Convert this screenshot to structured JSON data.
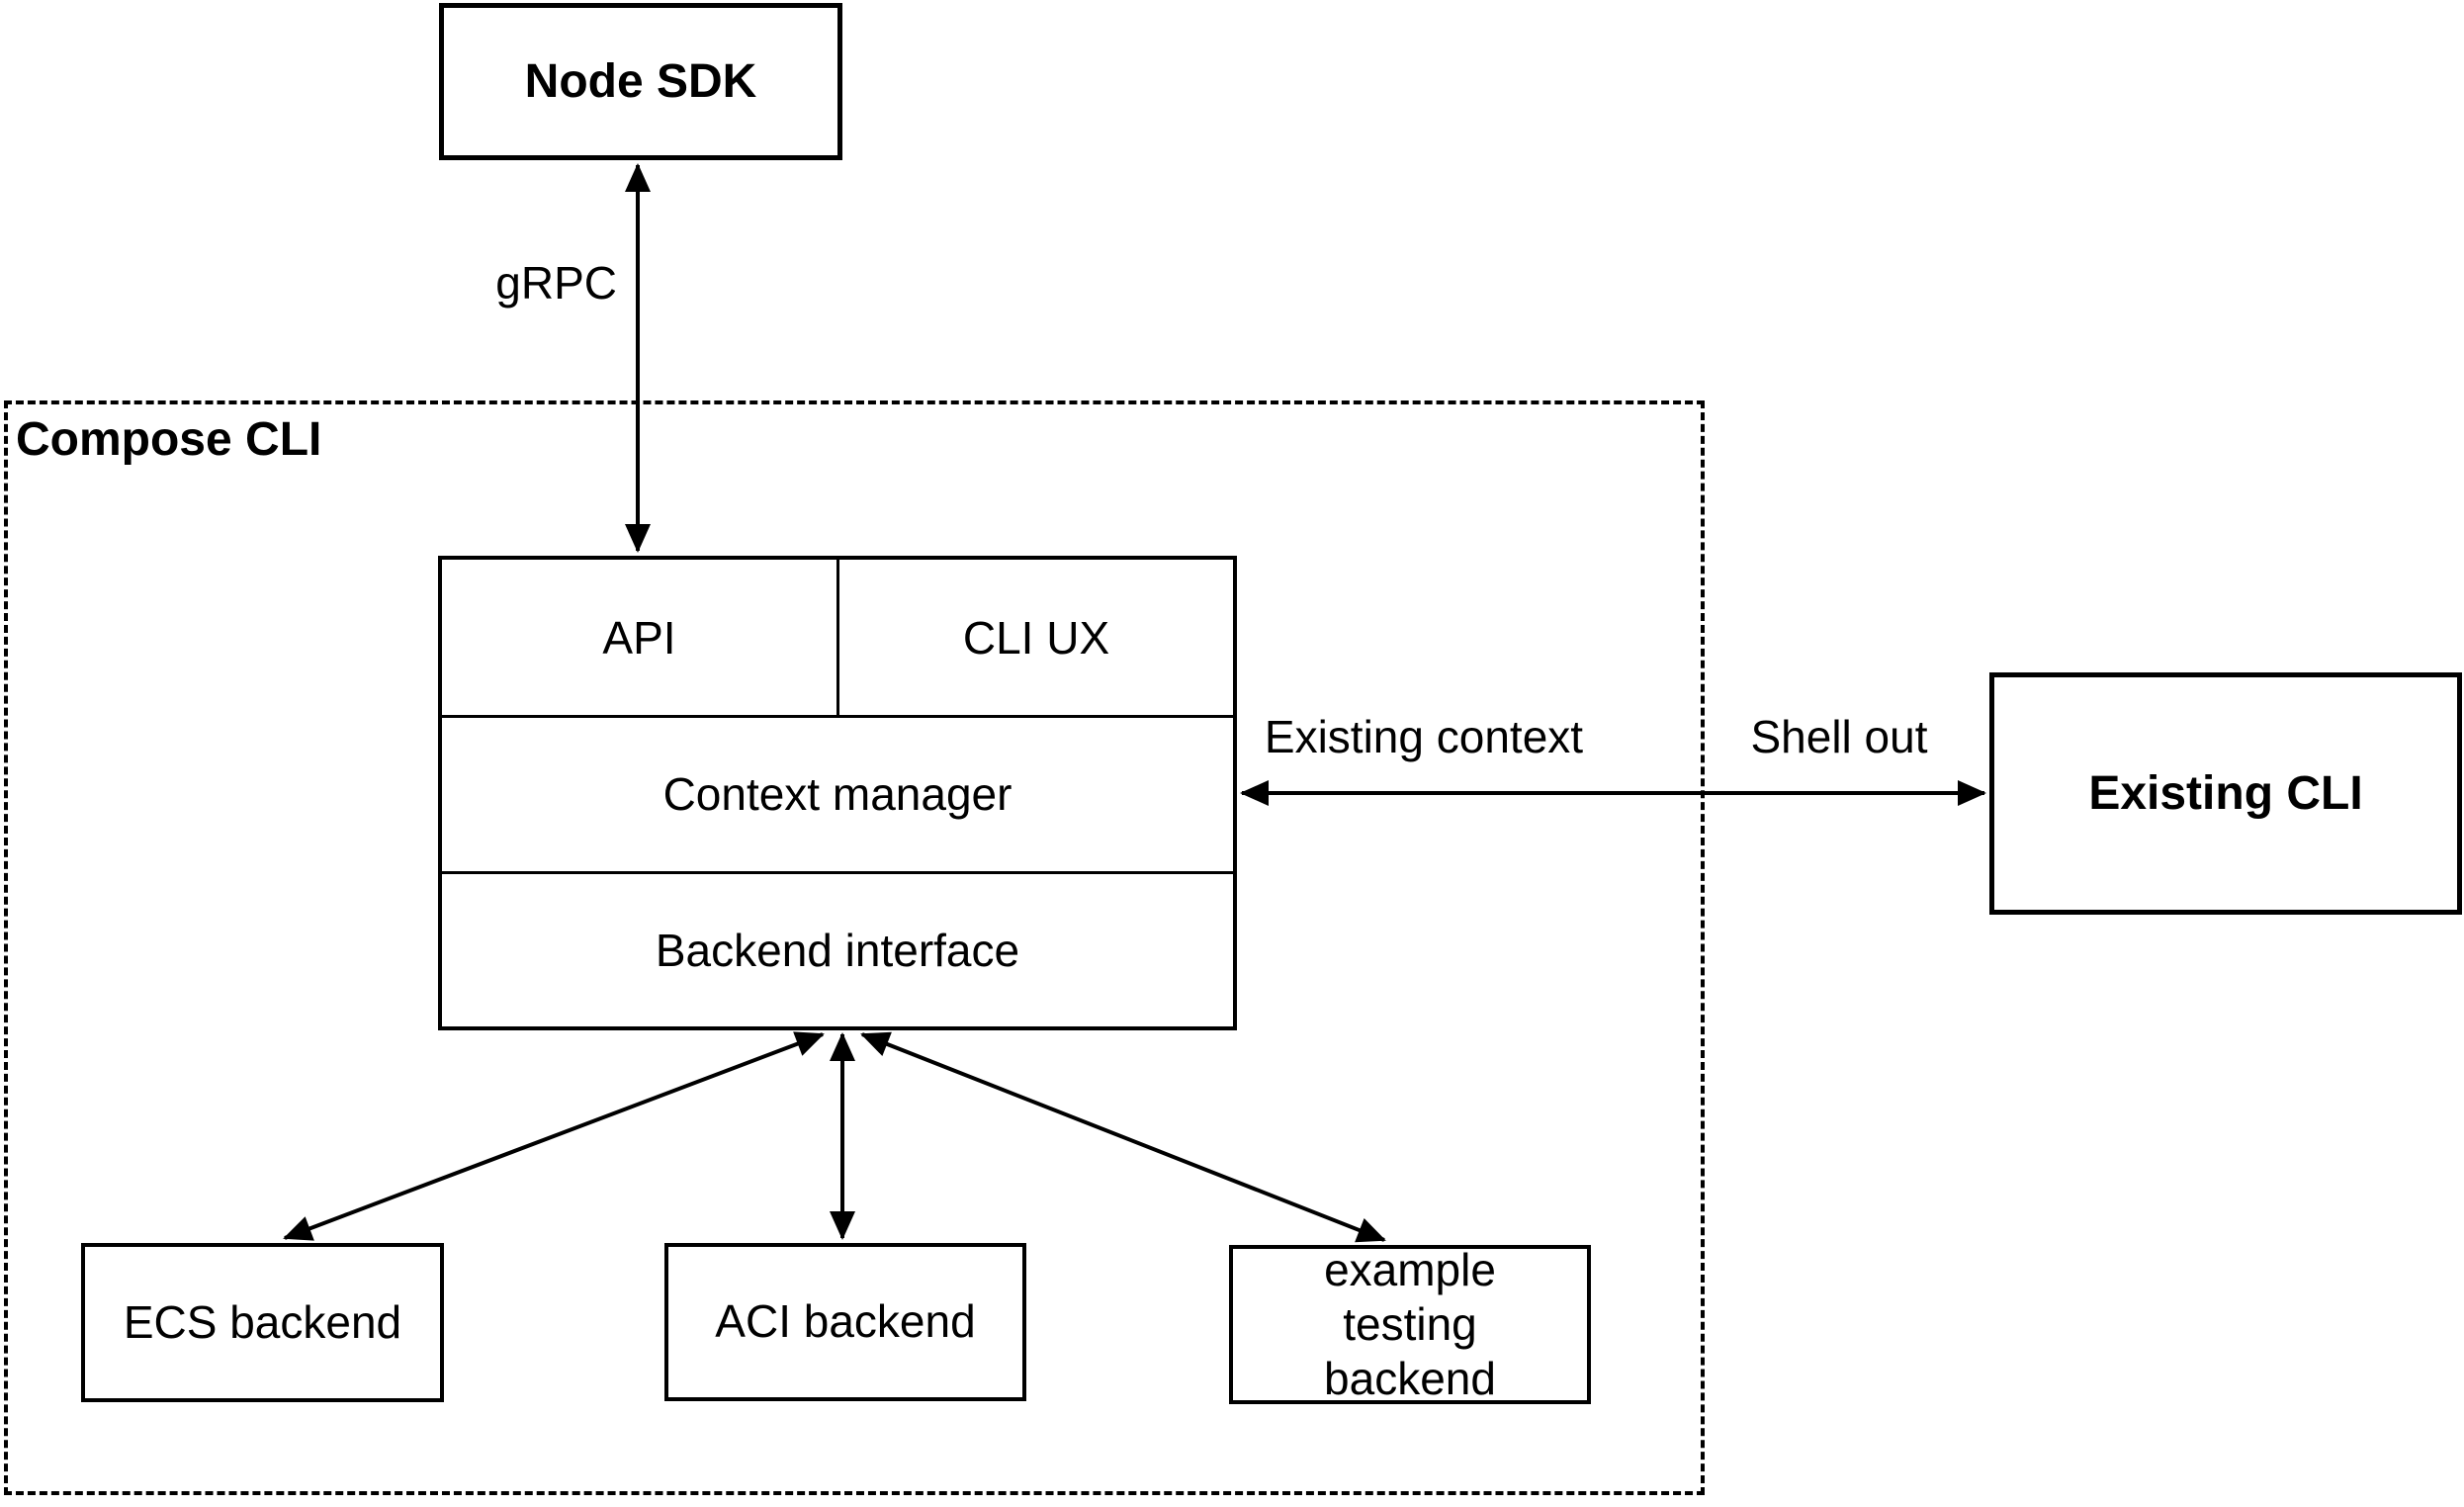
{
  "diagram": {
    "container_label": "Compose CLI",
    "nodes": {
      "node_sdk": "Node SDK",
      "api": "API",
      "cli_ux": "CLI UX",
      "context_manager": "Context manager",
      "backend_interface": "Backend interface",
      "existing_cli": "Existing CLI",
      "ecs_backend": "ECS backend",
      "aci_backend": "ACI backend",
      "example_testing_backend": "example testing backend"
    },
    "edge_labels": {
      "grpc": "gRPC",
      "existing_context": "Existing context",
      "shell_out": "Shell out"
    },
    "colors": {
      "stroke": "#000000",
      "fill": "#ffffff",
      "text": "#000000"
    }
  }
}
